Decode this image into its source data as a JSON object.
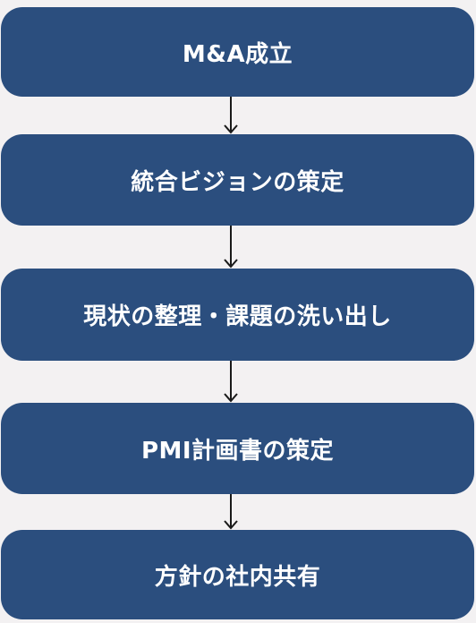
{
  "colors": {
    "background": "#f3f1f2",
    "box": "#2b4e7e",
    "text": "#ffffff",
    "arrow": "#1a1a1a"
  },
  "steps": [
    {
      "label": "M&A成立"
    },
    {
      "label": "統合ビジョンの策定"
    },
    {
      "label": "現状の整理・課題の洗い出し"
    },
    {
      "label": "PMI計画書の策定"
    },
    {
      "label": "方針の社内共有"
    }
  ]
}
